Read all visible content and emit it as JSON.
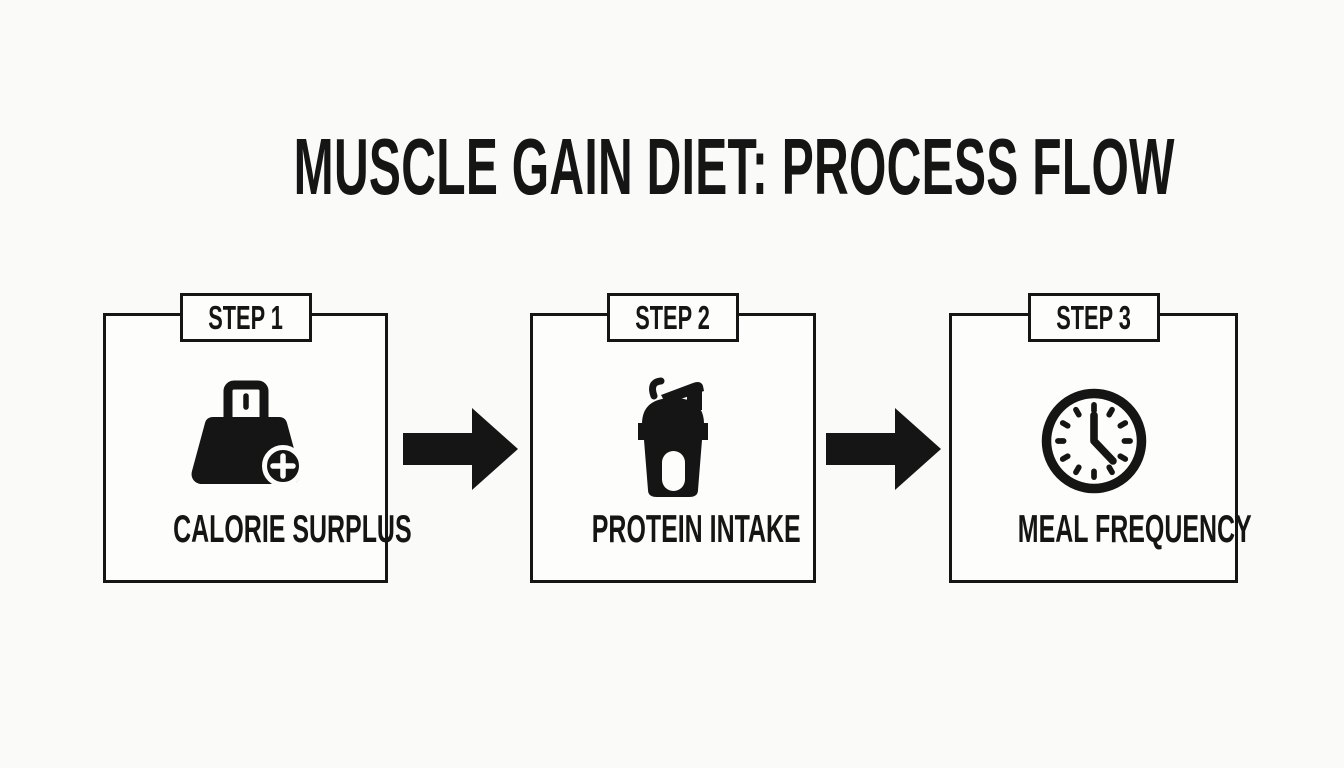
{
  "theme": {
    "ink": "#151515",
    "background": "#fafaf8",
    "box_fill": "#fdfdfc"
  },
  "title": "MUSCLE GAIN DIET: PROCESS FLOW",
  "steps": [
    {
      "tab": "STEP 1",
      "label": "CALORIE SURPLUS",
      "icon": "weight-plus-icon"
    },
    {
      "tab": "STEP 2",
      "label": "PROTEIN INTAKE",
      "icon": "shaker-bottle-icon"
    },
    {
      "tab": "STEP 3",
      "label": "MEAL FREQUENCY",
      "icon": "clock-icon"
    }
  ],
  "connectors": [
    {
      "icon": "arrow-right-icon"
    },
    {
      "icon": "arrow-right-icon"
    }
  ]
}
